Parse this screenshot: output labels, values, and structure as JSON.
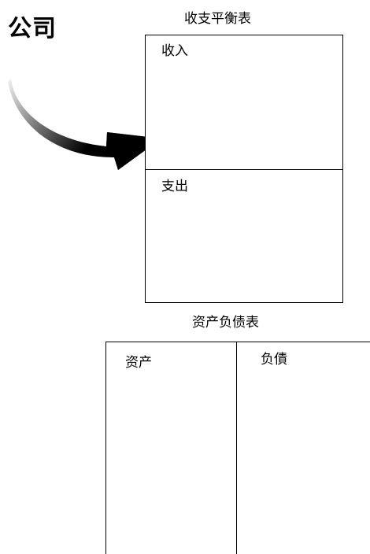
{
  "company": {
    "label": "公司"
  },
  "income_statement": {
    "title": "收支平衡表",
    "income_label": "收入",
    "expense_label": "支出"
  },
  "balance_sheet": {
    "title": "资产负债表",
    "assets_label": "资产",
    "liabilities_label": "负債"
  },
  "arrow": {
    "icon": "curved-arrow-icon",
    "color": "#111111"
  }
}
